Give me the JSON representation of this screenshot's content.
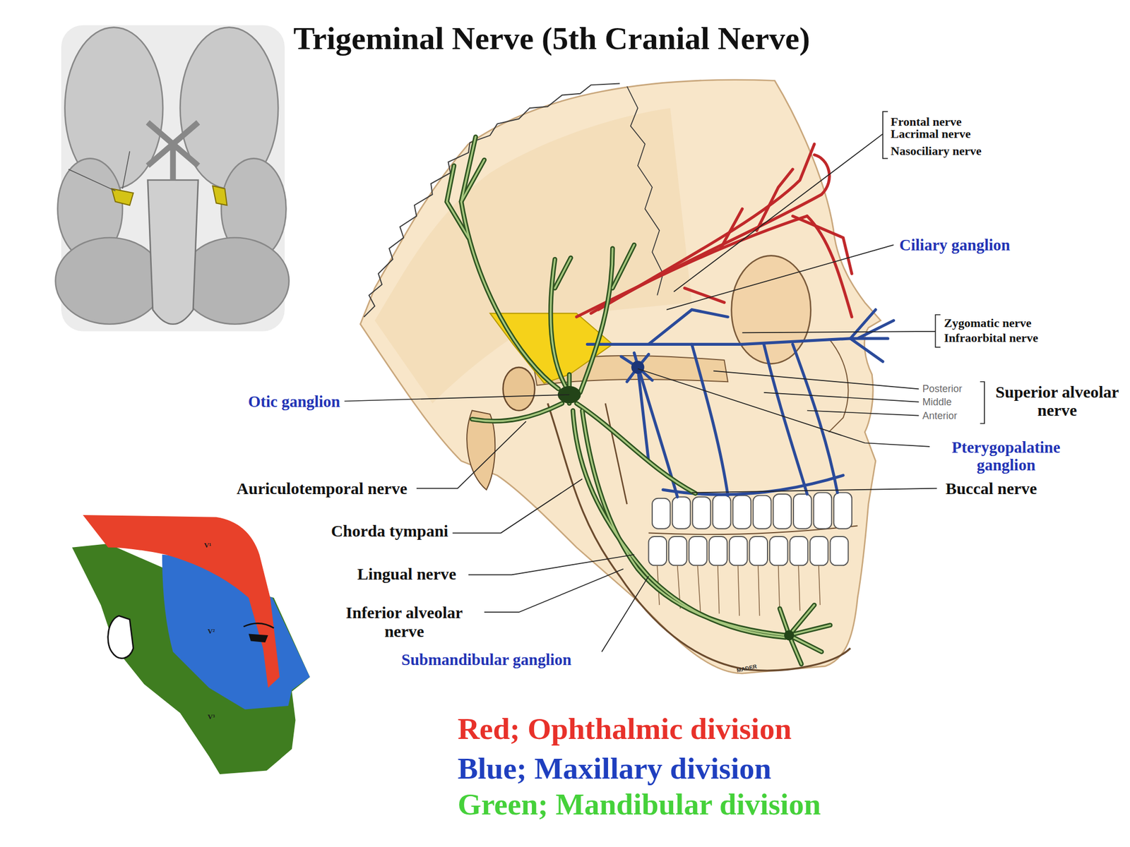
{
  "diagram": {
    "title": "Trigeminal Nerve (5th Cranial Nerve)",
    "labels": [
      "Frontal nerve",
      "Lacrimal nerve",
      "Nasociliary nerve",
      "Ciliary ganglion",
      "Zygomatic nerve",
      "Infraorbital nerve",
      "Otic ganglion",
      "Posterior",
      "Middle",
      "Anterior",
      "Superior alveolar nerve",
      "Pterygopalatine ganglion",
      "Auriculotemporal nerve",
      "Buccal nerve",
      "Chorda tympani",
      "Lingual nerve",
      "Inferior alveolar nerve",
      "Submandibular ganglion",
      "V¹",
      "V²",
      "V³",
      "MADER"
    ],
    "legend": [
      {
        "text": "Red; Ophthalmic division",
        "color": "#e8312a"
      },
      {
        "text": "Blue; Maxillary division",
        "color": "#1f3fbf"
      },
      {
        "text": "Green; Mandibular division",
        "color": "#45d13a"
      }
    ]
  }
}
